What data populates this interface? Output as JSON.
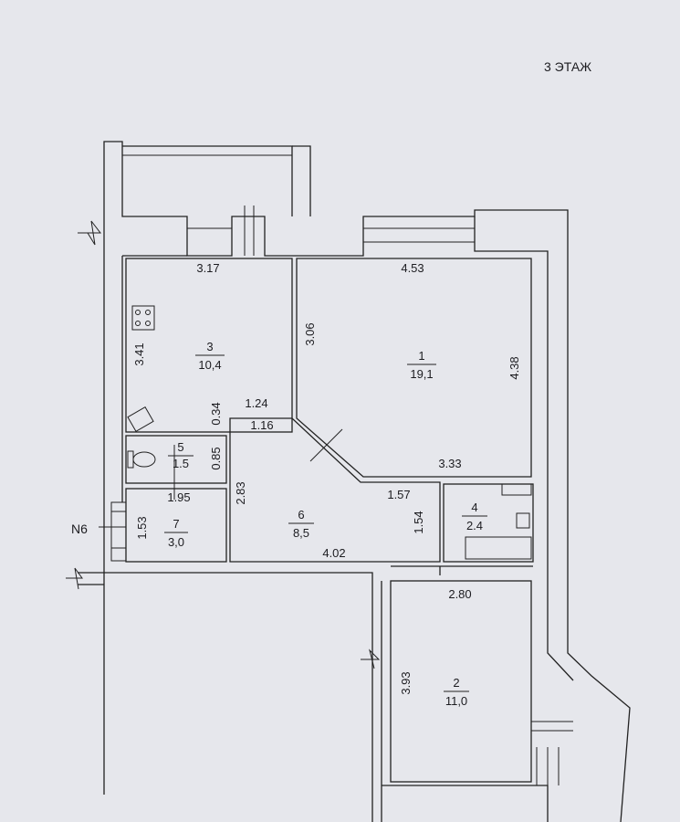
{
  "floor_label": "3 ЭТАЖ",
  "riser_label": "N6",
  "rooms": [
    {
      "number": "1",
      "area": "19,1"
    },
    {
      "number": "2",
      "area": "11,0"
    },
    {
      "number": "3",
      "area": "10,4"
    },
    {
      "number": "4",
      "area": "2.4"
    },
    {
      "number": "5",
      "area": "1.5"
    },
    {
      "number": "6",
      "area": "8,5"
    },
    {
      "number": "7",
      "area": "3,0"
    }
  ],
  "dimensions": {
    "d_317": "3.17",
    "d_453": "4.53",
    "d_341": "3.41",
    "d_306": "3.06",
    "d_438": "4.38",
    "d_124": "1.24",
    "d_034": "0.34",
    "d_116": "1.16",
    "d_085": "0.85",
    "d_333": "3.33",
    "d_283": "2.83",
    "d_195": "1.95",
    "d_157": "1.57",
    "d_154": "1.54",
    "d_153": "1.53",
    "d_402": "4.02",
    "d_280": "2.80",
    "d_393": "3.93"
  }
}
